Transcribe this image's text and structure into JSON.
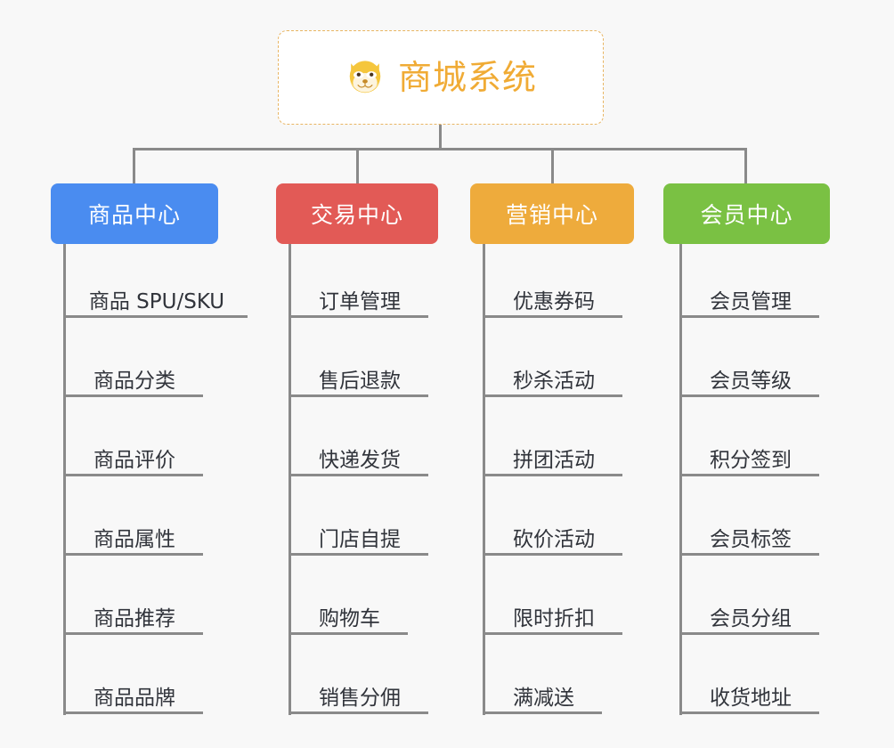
{
  "canvas": {
    "background": "#f8f8f8",
    "line_color": "#8a8a8a"
  },
  "root": {
    "icon": "dog-face-icon",
    "title": "商城系统",
    "border_color": "#e8b563",
    "text_color": "#f0ab35",
    "background": "#ffffff"
  },
  "categories": [
    {
      "label": "商品中心",
      "color": "#4a8cf0",
      "items": [
        "商品 SPU/SKU",
        "商品分类",
        "商品评价",
        "商品属性",
        "商品推荐",
        "商品品牌"
      ]
    },
    {
      "label": "交易中心",
      "color": "#e25a56",
      "items": [
        "订单管理",
        "售后退款",
        "快递发货",
        "门店自提",
        "购物车",
        "销售分佣"
      ]
    },
    {
      "label": "营销中心",
      "color": "#eeab3c",
      "items": [
        "优惠券码",
        "秒杀活动",
        "拼团活动",
        "砍价活动",
        "限时折扣",
        "满减送"
      ]
    },
    {
      "label": "会员中心",
      "color": "#7ac143",
      "items": [
        "会员管理",
        "会员等级",
        "积分签到",
        "会员标签",
        "会员分组",
        "收货地址"
      ]
    }
  ]
}
